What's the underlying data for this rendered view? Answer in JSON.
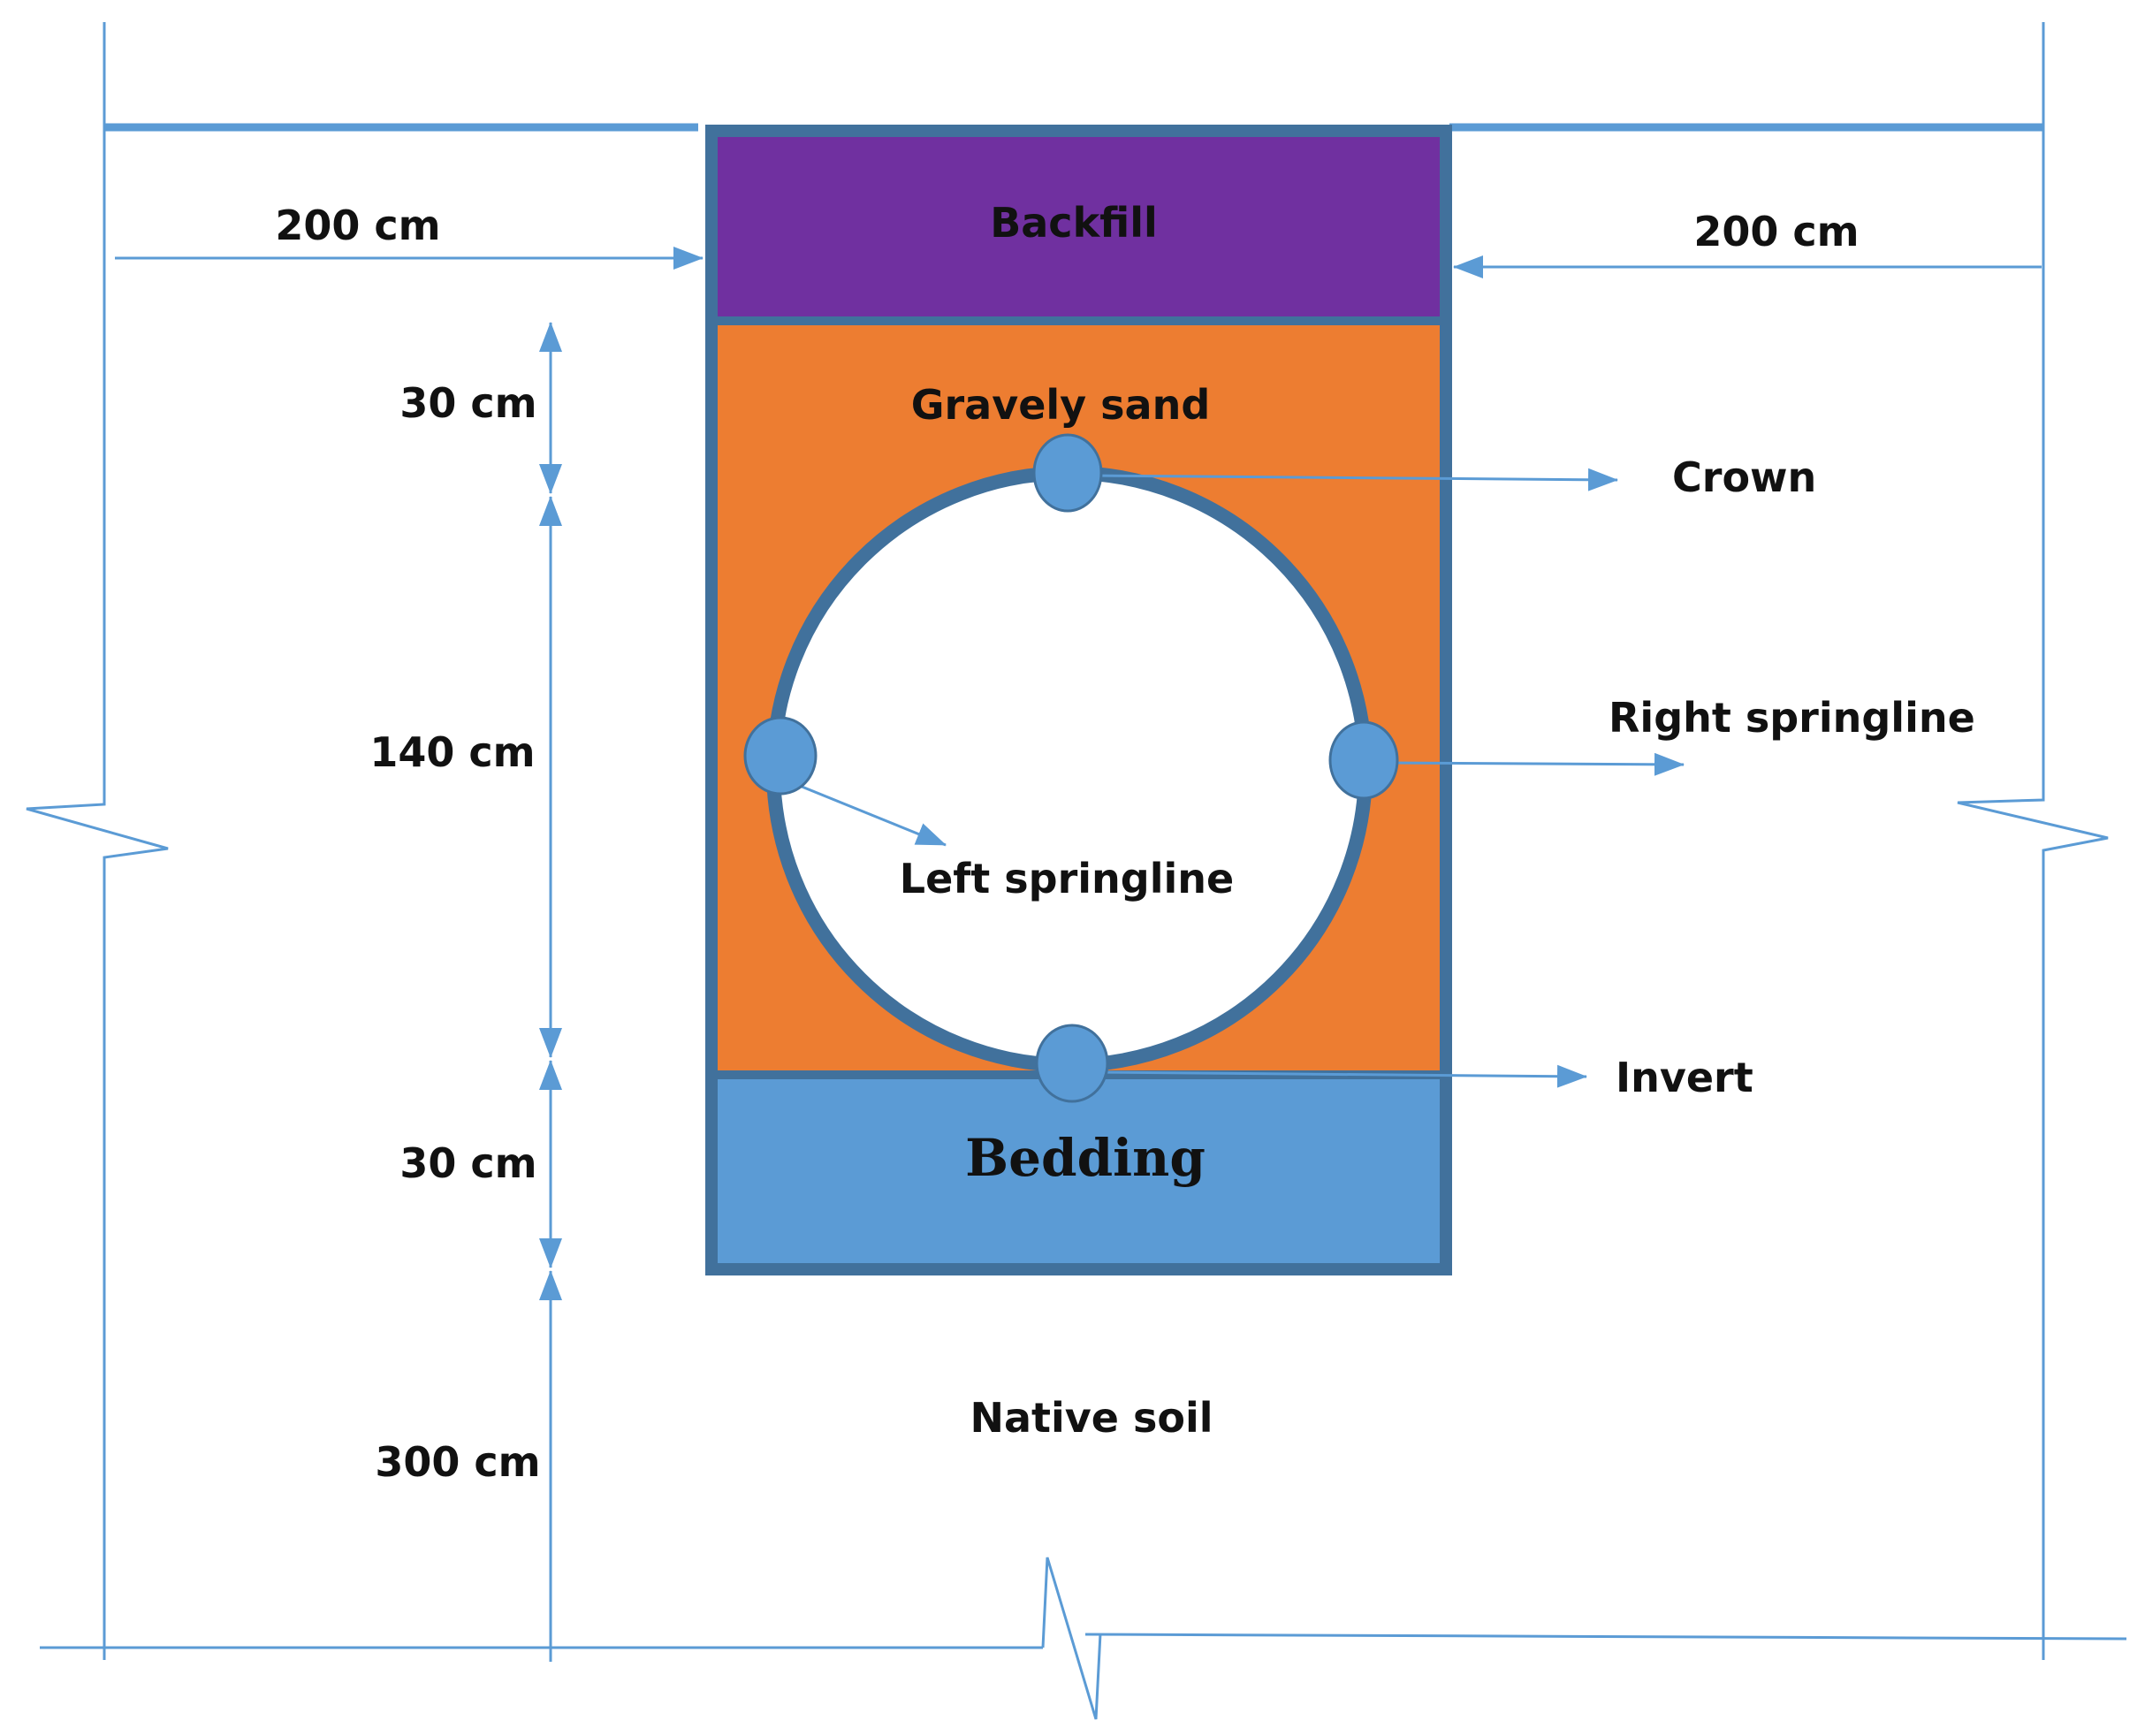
{
  "colors": {
    "dimension_line": "#5b9bd5",
    "trench_border": "#41719c",
    "backfill": "#7030a0",
    "gravely_sand": "#ed7d31",
    "bedding": "#5b9bd5",
    "pipe": "#ffffff",
    "point_marker": "#5b9bd5"
  },
  "layers": {
    "backfill": "Backfill",
    "gravely_sand": "Gravely sand",
    "bedding": "Bedding",
    "native_soil": "Native soil"
  },
  "points": {
    "crown": "Crown",
    "left_springline": "Left springline",
    "right_springline": "Right springline",
    "invert": "Invert"
  },
  "dimensions": {
    "left_width": "200 cm",
    "right_width": "200 cm",
    "cover_depth": "30 cm",
    "pipe_diameter": "140 cm",
    "bedding_depth": "30 cm",
    "native_depth": "300 cm"
  }
}
